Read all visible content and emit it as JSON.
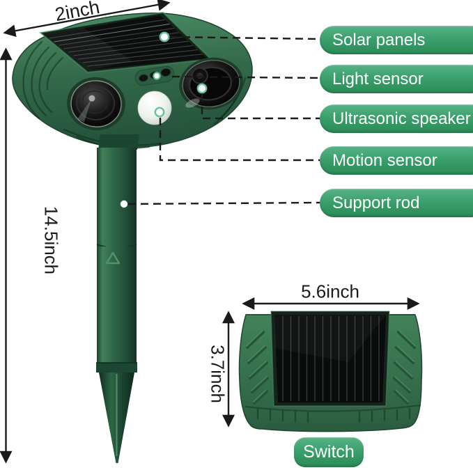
{
  "dimensions": {
    "top_width": "2inch",
    "stake_height": "14.5inch",
    "base_width": "5.6inch",
    "base_depth": "3.7inch"
  },
  "callouts": [
    {
      "id": "solar-panels",
      "label": "Solar panels"
    },
    {
      "id": "light-sensor",
      "label": "Light sensor"
    },
    {
      "id": "ultrasonic-speaker",
      "label": "Ultrasonic speaker"
    },
    {
      "id": "motion-sensor",
      "label": "Motion sensor"
    },
    {
      "id": "support-rod",
      "label": "Support rod"
    }
  ],
  "bottom_callout": {
    "label": "Switch"
  },
  "colors": {
    "label_pill_top": "#58b287",
    "label_pill_bottom": "#2b8b56",
    "device_body_green": "#33694a",
    "solar_panel_black": "#0b0e0c",
    "callout_dot_ring": "#67c39b",
    "dimension_line": "#1a1a1a"
  }
}
